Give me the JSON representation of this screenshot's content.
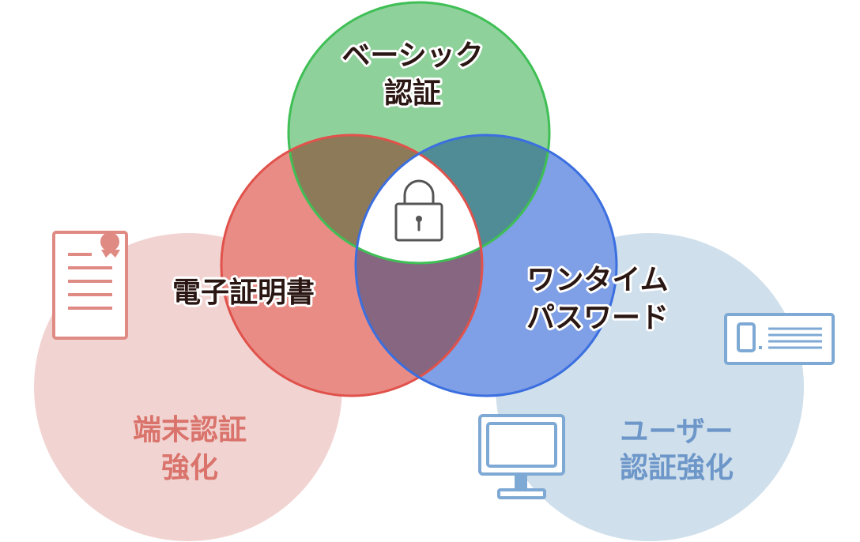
{
  "colors": {
    "green_fill": "#8fd19b",
    "green_stroke": "#3fbf55",
    "red_fill": "#ea8c86",
    "red_stroke": "#e0524b",
    "blue_fill": "#7f9fe6",
    "blue_stroke": "#3b6fe0",
    "pink_bg": "#f1d4d2",
    "bluegray_bg": "#cfdfeb",
    "pink_text": "#d9736b",
    "blue_text": "#6d96c9",
    "dark_text": "#2a1612",
    "white_text": "#ffffff"
  },
  "labels": {
    "basic_line1": "ベーシック",
    "basic_line2": "認証",
    "cert": "電子証明書",
    "otp_line1": "ワンタイム",
    "otp_line2": "パスワード",
    "device_line1": "端末認証",
    "device_line2": "強化",
    "user_line1": "ユーザー",
    "user_line2": "認証強化"
  },
  "icons": {
    "center": "padlock-icon",
    "device": "certificate-document-icon",
    "user_card": "id-card-icon",
    "user_monitor": "monitor-icon"
  }
}
